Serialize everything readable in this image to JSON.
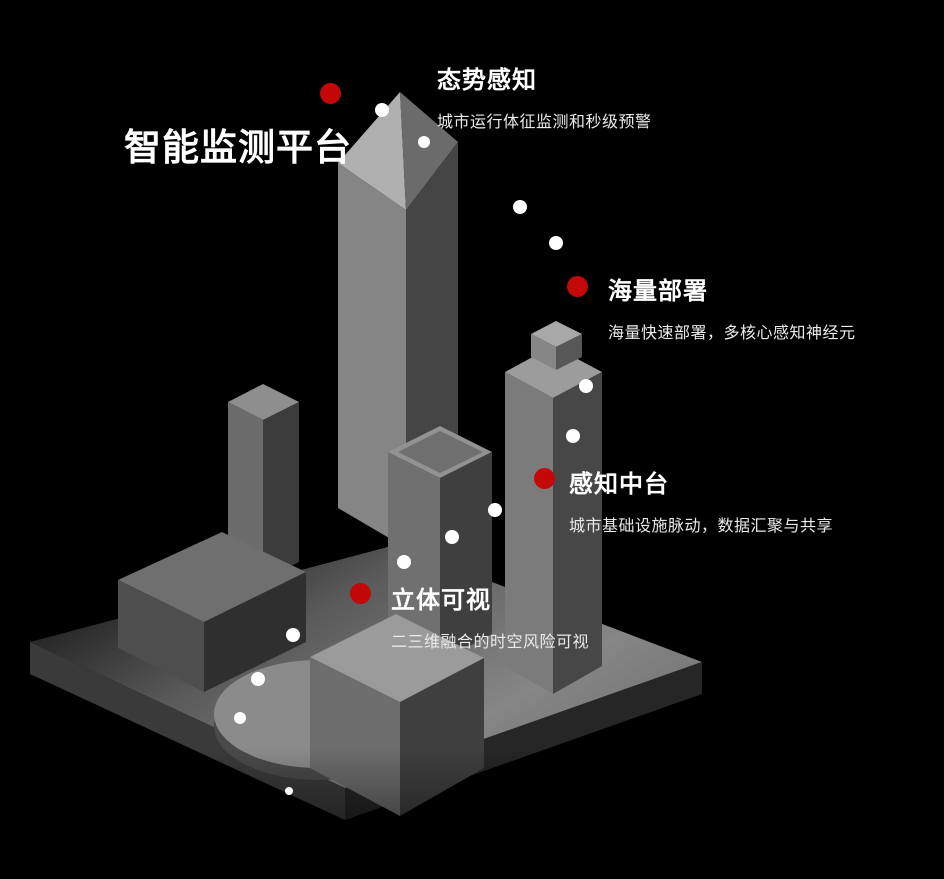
{
  "title": {
    "text": "智能监测平台"
  },
  "colors": {
    "background": "#000000",
    "accent_red": "#c40808",
    "dot_white": "#ffffff",
    "heading_text": "#ffffff",
    "body_text": "#eaeaea"
  },
  "illustration": {
    "name": "isometric-city-3d-model"
  },
  "features": [
    {
      "label": "态势感知",
      "description": "城市运行体征监测和秒级预警"
    },
    {
      "label": "海量部署",
      "description": "海量快速部署，多核心感知神经元"
    },
    {
      "label": "感知中台",
      "description": "城市基础设施脉动，数据汇聚与共享"
    },
    {
      "label": "立体可视",
      "description": "二三维融合的时空风险可视"
    }
  ]
}
